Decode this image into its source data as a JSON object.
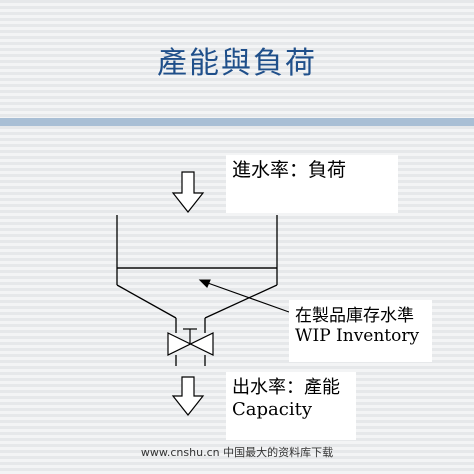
{
  "slide": {
    "title": "產能與負荷"
  },
  "labels": {
    "inflow": "進水率：負荷",
    "wip_zh": "在製品庫存水準",
    "wip_en": "WIP Inventory",
    "outflow_zh": "出水率：產能",
    "outflow_en": "Capacity"
  },
  "footer": {
    "text": "www.cnshu.cn 中国最大的资料库下载"
  },
  "colors": {
    "title": "#1f4f8a",
    "rule": "#a9bfd5",
    "background": "#e6e8ea"
  },
  "icons": [
    "arrow-down-icon",
    "valve-icon",
    "pointer-arrow-icon"
  ]
}
